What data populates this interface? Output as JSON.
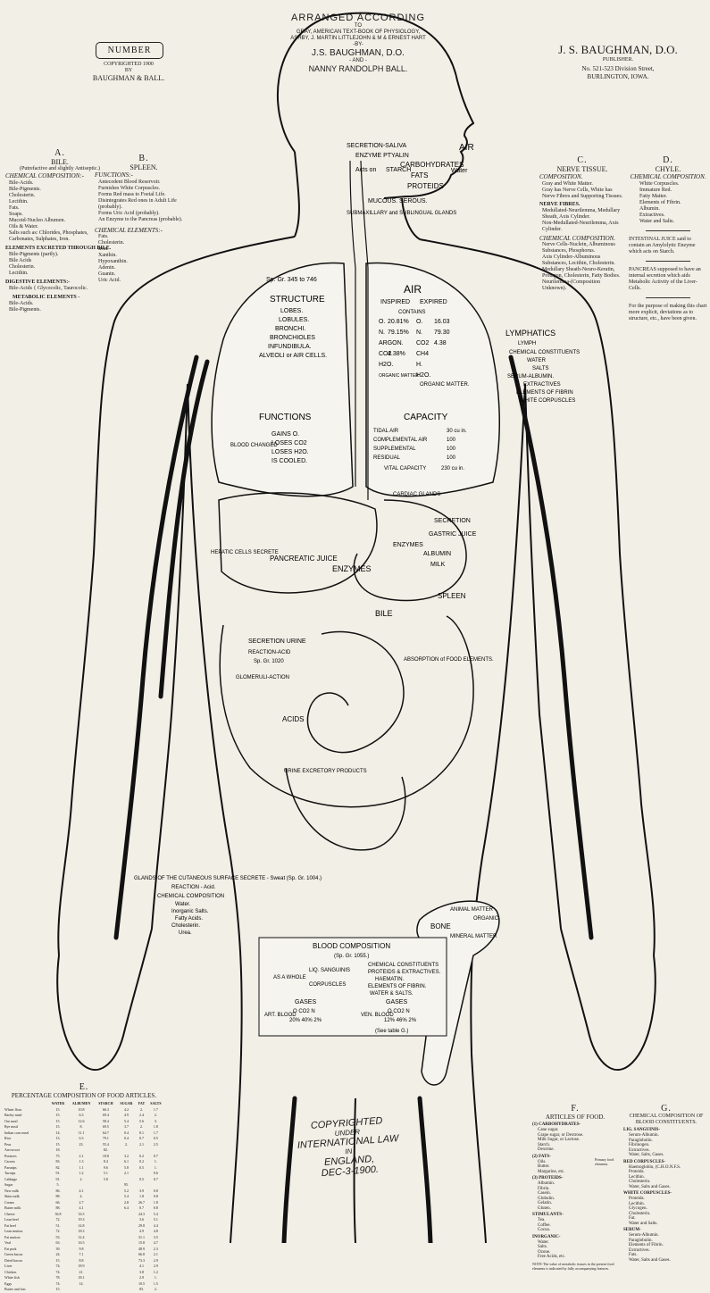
{
  "number_box": {
    "label": "NUMBER",
    "copyright_line": "COPYRIGHTED 1900",
    "by": "BY",
    "owners": "BAUGHMAN & BALL."
  },
  "header": {
    "arranged": "ARRANGED ACCORDING",
    "to": "TO",
    "source": "GRAY, AMERICAN TEXT-BOOK OF PHYSIOLOGY,",
    "authors": "ASHBY, J. MARTIN LITTLEJOHN & M & ERNEST HART",
    "by": "-BY-",
    "author1": "J.S. BAUGHMAN, D.O.",
    "and": "- AND -",
    "author2": "NANNY RANDOLPH BALL."
  },
  "publisher": {
    "name": "J. S. BAUGHMAN, D.O.",
    "role": "PUBLISHER.",
    "address": "No. 521-523 Division Street,",
    "city": "BURLINGTON, IOWA."
  },
  "section_a": {
    "letter": "A.",
    "title": "BILE.",
    "subtitle": "(Putrefactive and slightly Antiseptic.)",
    "chem_title": "CHEMICAL COMPOSITION:-",
    "chem_items": [
      "Bile-Acids.",
      "Bile-Pigments.",
      "Cholesterin.",
      "Lecithin.",
      "Fats.",
      "Soaps.",
      "Mucoid-Nucleo Albumen.",
      "Oils & Water.",
      "Salts such as: Chlorides, Phosphates, Carbonates, Sulphates, Iron."
    ],
    "excreted_title": "ELEMENTS EXCRETED THROUGH BILE.",
    "excreted_items": [
      "Bile-Pigments (partly).",
      "Bile Acids",
      "Cholesterin.",
      "Lecithin."
    ],
    "digestive_title": "DIGESTIVE ELEMENTS:-",
    "digestive_items": [
      "Bile-Acids { Glycocolic, Taurocolic."
    ],
    "metabolic_title": "METABOLIC ELEMENTS -",
    "metabolic_items": [
      "Bile-Acids.",
      "Bile-Pigments."
    ]
  },
  "section_b": {
    "letter": "B.",
    "title": "SPLEEN.",
    "functions_title": "FUNCTIONS:-",
    "functions": [
      "Antecedent Blood Reservoir.",
      "Furnishes White Corpuscles.",
      "Forms Red mass to Foetal Life.",
      "Disintegrates Red ones in Adult Life (probably).",
      "Forms Uric Acid (probably).",
      "An Enzyme to the Pancreas (probable)."
    ],
    "chem_title": "CHEMICAL ELEMENTS:-",
    "chem_items": [
      "Fats.",
      "Cholesterin.",
      "Iron.",
      "Xanthin.",
      "Hypoxanthin.",
      "Adenin.",
      "Guanin.",
      "Uric Acid."
    ]
  },
  "section_c": {
    "letter": "C.",
    "title": "NERVE TISSUE.",
    "comp_title": "COMPOSITION.",
    "comp_items": [
      "Gray and White Matter.",
      "Gray has Nerve Cells, White has Nerve Fibres and Supporting Tissues."
    ],
    "fibres_title": "NERVE FIBRES.",
    "fibres_items": [
      "Medullated-Neurilemma, Medullary Sheath, Axis Cylinder.",
      "Non-Medullated-Neurilemma, Axis Cylinder."
    ],
    "chem_title": "CHEMICAL COMPOSITION.",
    "chem_items": [
      "Nerve Cells-Nuclein, Albuminous Substances, Phosphorus.",
      "Axis Cylinder-Albuminous Substances, Lecithin, Cholesterin.",
      "Medullary Sheath-Neuro-Keratin, Protagon, Cholesterin, Fatty Bodies.",
      "Neurilemma-(Composition Unknown)."
    ]
  },
  "section_d": {
    "letter": "D.",
    "title": "CHYLE.",
    "chem_title": "CHEMICAL COMPOSITION.",
    "chem_items": [
      "White Corpuscles.",
      "Immature Red.",
      "Fatty Matter.",
      "Elements of Fibrin.",
      "Albumin.",
      "Extractives.",
      "Water and Salts."
    ],
    "note1": "INTESTINAL JUICE said to contain an Amylolytic Enzyme which acts on Starch.",
    "note2": "PANCREAS supposed to have an internal secretion which aids Metabolic Activity of the Liver-Cells.",
    "note3": "For the purpose of making this chart more explicit, deviations as to structure, etc., have been given."
  },
  "section_e": {
    "letter": "E.",
    "title": "PERCENTAGE COMPOSITION OF FOOD ARTICLES.",
    "columns": [
      "WATER",
      "ALBUMEN",
      "STARCH",
      "SUGAR",
      "FAT",
      "SALTS"
    ],
    "rows": [
      [
        "Wheat flour",
        "15.",
        "10.8",
        "66.3",
        "4.2",
        "2.",
        "1.7"
      ],
      [
        "Barley meal",
        "15.",
        "6.3",
        "69.4",
        "4.9",
        "2.4",
        "2."
      ],
      [
        "Oat meal",
        "15.",
        "12.6",
        "58.4",
        "5.4",
        "5.6",
        "3."
      ],
      [
        "Rye meal",
        "15.",
        "8.",
        "69.5",
        "3.7",
        "2.",
        "1.8"
      ],
      [
        "Indian corn meal",
        "14.",
        "11.1",
        "64.7",
        "0.4",
        "8.1",
        "1.7"
      ],
      [
        "Rice",
        "13.",
        "6.3",
        "79.1",
        "0.4",
        "0.7",
        "0.5"
      ],
      [
        "Peas",
        "15.",
        "23.",
        "55.4",
        "2.",
        "2.1",
        "2.5"
      ],
      [
        "Arrowroot",
        "18.",
        "",
        "82.",
        "",
        "",
        ""
      ],
      [
        "Potatoes",
        "75.",
        "2.1",
        "18.8",
        "3.2",
        "0.2",
        "0.7"
      ],
      [
        "Carrots",
        "83.",
        "1.3",
        "8.4",
        "6.1",
        "0.2",
        "1."
      ],
      [
        "Parsnips",
        "82.",
        "1.1",
        "9.6",
        "5.8",
        "0.5",
        "1."
      ],
      [
        "Turnips",
        "91.",
        "1.2",
        "5.1",
        "2.1",
        "",
        "0.6"
      ],
      [
        "Cabbage",
        "91.",
        "2.",
        "5.8",
        "",
        "0.5",
        "0.7"
      ],
      [
        "Sugar",
        "5.",
        "",
        "",
        "95.",
        "",
        ""
      ],
      [
        "New milk",
        "86.",
        "4.1",
        "",
        "5.2",
        "3.9",
        "0.8"
      ],
      [
        "Skim milk",
        "88.",
        "4.",
        "",
        "5.4",
        "1.8",
        "0.8"
      ],
      [
        "Cream",
        "66.",
        "2.7",
        "",
        "2.8",
        "26.7",
        "1.8"
      ],
      [
        "Butter milk",
        "88.",
        "4.1",
        "",
        "6.4",
        "0.7",
        "0.8"
      ],
      [
        "Cheese",
        "36.8",
        "33.5",
        "",
        "",
        "24.3",
        "5.4"
      ],
      [
        "Lean beef",
        "72.",
        "19.3",
        "",
        "",
        "3.6",
        "5.1"
      ],
      [
        "Fat beef",
        "51.",
        "14.8",
        "",
        "",
        "29.8",
        "4.4"
      ],
      [
        "Lean mutton",
        "72.",
        "18.3",
        "",
        "",
        "4.9",
        "4.8"
      ],
      [
        "Fat mutton",
        "53.",
        "12.4",
        "",
        "",
        "31.1",
        "3.5"
      ],
      [
        "Veal",
        "63.",
        "16.5",
        "",
        "",
        "15.8",
        "4.7"
      ],
      [
        "Fat pork",
        "39.",
        "9.8",
        "",
        "",
        "48.9",
        "2.3"
      ],
      [
        "Green bacon",
        "24.",
        "7.1",
        "",
        "",
        "66.8",
        "2.1"
      ],
      [
        "Dried bacon",
        "15.",
        "8.8",
        "",
        "",
        "73.3",
        "2.9"
      ],
      [
        "Liver",
        "74.",
        "18.9",
        "",
        "",
        "4.1",
        "2.9"
      ],
      [
        "Chicken",
        "74.",
        "21.",
        "",
        "",
        "3.8",
        "1.2"
      ],
      [
        "White fish",
        "78.",
        "18.1",
        "",
        "",
        "2.9",
        "1."
      ],
      [
        "Eggs",
        "74.",
        "14.",
        "",
        "",
        "10.5",
        "1.5"
      ],
      [
        "Butter and fats",
        "15.",
        "",
        "",
        "",
        "83.",
        "2."
      ]
    ]
  },
  "section_f": {
    "letter": "F.",
    "title": "ARTICLES OF FOOD.",
    "groups": [
      {
        "head": "(1) CARBOHYDRATES-",
        "items": [
          "Cane sugar.",
          "Grape sugar, or Dextrose.",
          "Milk Sugar, or Lactose.",
          "Starch.",
          "Dextrine."
        ]
      },
      {
        "head": "(2) FATS-",
        "items": [
          "Oils.",
          "Butter.",
          "Margarine, etc."
        ]
      },
      {
        "head": "(3) PROTEIDS-",
        "items": [
          "Albumin.",
          "Fibrin.",
          "Casein.",
          "Globulin.",
          "Gelatin.",
          "Gluten."
        ]
      },
      {
        "head": "STIMULANTS-",
        "items": [
          "Tea.",
          "Coffee.",
          "Cocoa."
        ]
      },
      {
        "head": "INORGANIC-",
        "items": [
          "Water.",
          "Salts.",
          "Ozone.",
          "Free Acids, etc."
        ]
      }
    ],
    "note": "NOTE-The value of metabolic tissues in the present food elements is indicated by fully accompanying features.",
    "bracket_note": "Primary food elements."
  },
  "section_g": {
    "letter": "G.",
    "title": "CHEMICAL COMPOSITION OF BLOOD CONSTITUENTS.",
    "groups": [
      {
        "head": "LIG. SANGUINIS-",
        "items": [
          "Serum-Albumin.",
          "Paraglobulin.",
          "Fibrinogen.",
          "Extractives.",
          "Water, Salts, Gases."
        ]
      },
      {
        "head": "RED CORPUSCLES-",
        "items": [
          "Haemoglobin, (C.H.O.N.F.S.",
          "Proteids.",
          "Lecithin.",
          "Cholesterin.",
          "Water, Salts and Gases."
        ]
      },
      {
        "head": "WHITE CORPUSCLES-",
        "items": [
          "Proteids.",
          "Lecithin.",
          "Glycogen.",
          "Cholesterin.",
          "Fat.",
          "Water and Salts."
        ]
      },
      {
        "head": "SERUM-",
        "items": [
          "Serum-Albumin.",
          "Paraglobulin.",
          "Elements of Fibrin.",
          "Extractives.",
          "Fats.",
          "Water, Salts and Gases."
        ]
      }
    ]
  },
  "head_labels": {
    "secretion": "SECRETION-SALIVA",
    "enzyme": "ENZYME  PTYALIN",
    "air": "AIR",
    "acts_on": "Acts on",
    "starch": "STARCH",
    "carbohydrates": "CARBOHYDRATES",
    "fats": "FATS",
    "proteids": "PROTEIDS",
    "water": "Water",
    "mucous": "MUCOUS.  SEROUS.",
    "glands": "SUBMAXILLARY and SUBLINGUAL GLANDS"
  },
  "lungs": {
    "sp_gr": "Sp. Gr. 345 to 746",
    "structure_title": "STRUCTURE",
    "structure_items": [
      "LOBES.",
      "LOBULES.",
      "BRONCHI.",
      "BRONCHIOLES",
      "INFUNDIBULA.",
      "ALVEOLI or AIR CELLS."
    ],
    "functions_title": "FUNCTIONS",
    "blood_changed": "BLOOD CHANGED",
    "functions_items": [
      "GAINS O.",
      "LOSES CO2",
      "LOSES H2O.",
      "IS COOLED."
    ],
    "air_title": "AIR",
    "inspired": "INSPIRED",
    "expired": "EXPIRED",
    "contains": "CONTAINS",
    "air_rows": [
      [
        "O.",
        "20.81%",
        "O.",
        "16.03"
      ],
      [
        "N.",
        "79.15%",
        "N.",
        "79.30"
      ],
      [
        "ARGON.",
        "",
        "CO2",
        "4.38"
      ],
      [
        "CO2",
        "4.38%",
        "CH4",
        ""
      ],
      [
        "H2O.",
        "",
        "H.",
        ""
      ],
      [
        "ORGANIC MATTER",
        "",
        "H2O.",
        ""
      ]
    ],
    "organic_matter": "ORGANIC MATTER.",
    "capacity_title": "CAPACITY",
    "capacity_rows": [
      [
        "TIDAL AIR",
        "30 cu in."
      ],
      [
        "COMPLEMENTAL AIR",
        "100"
      ],
      [
        "SUPPLEMENTAL",
        "100"
      ],
      [
        "RESIDUAL",
        "100"
      ],
      [
        "VITAL CAPACITY",
        "230 cu in."
      ]
    ]
  },
  "abdomen_labels": {
    "gastric": "GASTRIC JUICE",
    "secretion": "SECRETION",
    "enzymes": "ENZYMES",
    "albumin": "ALBUMIN",
    "milk": "MILK",
    "pancreatic": "PANCREATIC JUICE",
    "enzymes2": "ENZYMES",
    "bile": "BILE",
    "spleen": "SPLEEN",
    "hepatic": "HEPATIC CELLS SECRETE",
    "absorption": "ABSORPTION of FOOD ELEMENTS.",
    "secretion_urine": "SECRETION URINE",
    "reaction": "REACTION-ACID",
    "sp": "Sp. Gr. 1020",
    "glomeruli": "GLOMERULI-ACTION",
    "acids": "ACIDS",
    "urine_excr": "URINE EXCRETORY PRODUCTS",
    "cardiac": "CARDIAC GLANDS"
  },
  "lower_labels": {
    "glands_cut": "GLANDS OF THE CUTANEOUS SURFACE SECRETE - Sweat (Sp. Gr. 1004.)",
    "reaction": "REACTION - Acid.",
    "chem": "CHEMICAL COMPOSITION",
    "chem_items": [
      "Water.",
      "Inorganic Salts.",
      "Fatty Acids.",
      "Cholesterin.",
      "Urea."
    ],
    "bone": "BONE",
    "animal": "ANIMAL MATTER",
    "organic": "ORGANIC",
    "mineral": "MINERAL MATTER",
    "blood_comp": "BLOOD COMPOSITION",
    "blood_sp": "(Sp. Gr. 1055.)",
    "as_whole": "AS A WHOLE",
    "liq": "LIQ. SANGUINIS",
    "corpuscles": "CORPUSCLES",
    "chem_const": "CHEMICAL CONSTITUENTS",
    "chem_const_items": [
      "PROTEIDS & EXTRACTIVES.",
      "HAEMATIN.",
      "ELEMENTS OF FIBRIN.",
      "WATER & SALTS."
    ],
    "gases1": "GASES",
    "art_blood": "ART. BLOOD",
    "gases1_vals": "O CO2 N",
    "gases1_pct": "20% 40% 2%",
    "gases2": "GASES",
    "ven_blood": "VEN. BLOOD",
    "gases2_vals": "O CO2 N",
    "gases2_pct": "12% 46% 2%",
    "see_table": "(See table G.)"
  },
  "copyright_stamp": {
    "line1": "COPYRIGHTED",
    "line2": "UNDER",
    "line3": "INTERNATIONAL LAW",
    "line4": "IN",
    "line5": "ENGLAND,",
    "line6": "DEC-3-1900."
  },
  "lymph": {
    "title": "LYMPHATICS",
    "items": [
      "LYMPH",
      "CHEMICAL CONSTITUENTS",
      "WATER",
      "SALTS",
      "SERUM-ALBUMIN.",
      "EXTRACTIVES",
      "ELEMENTS OF FIBRIN",
      "WHITE CORPUSCLES"
    ]
  }
}
